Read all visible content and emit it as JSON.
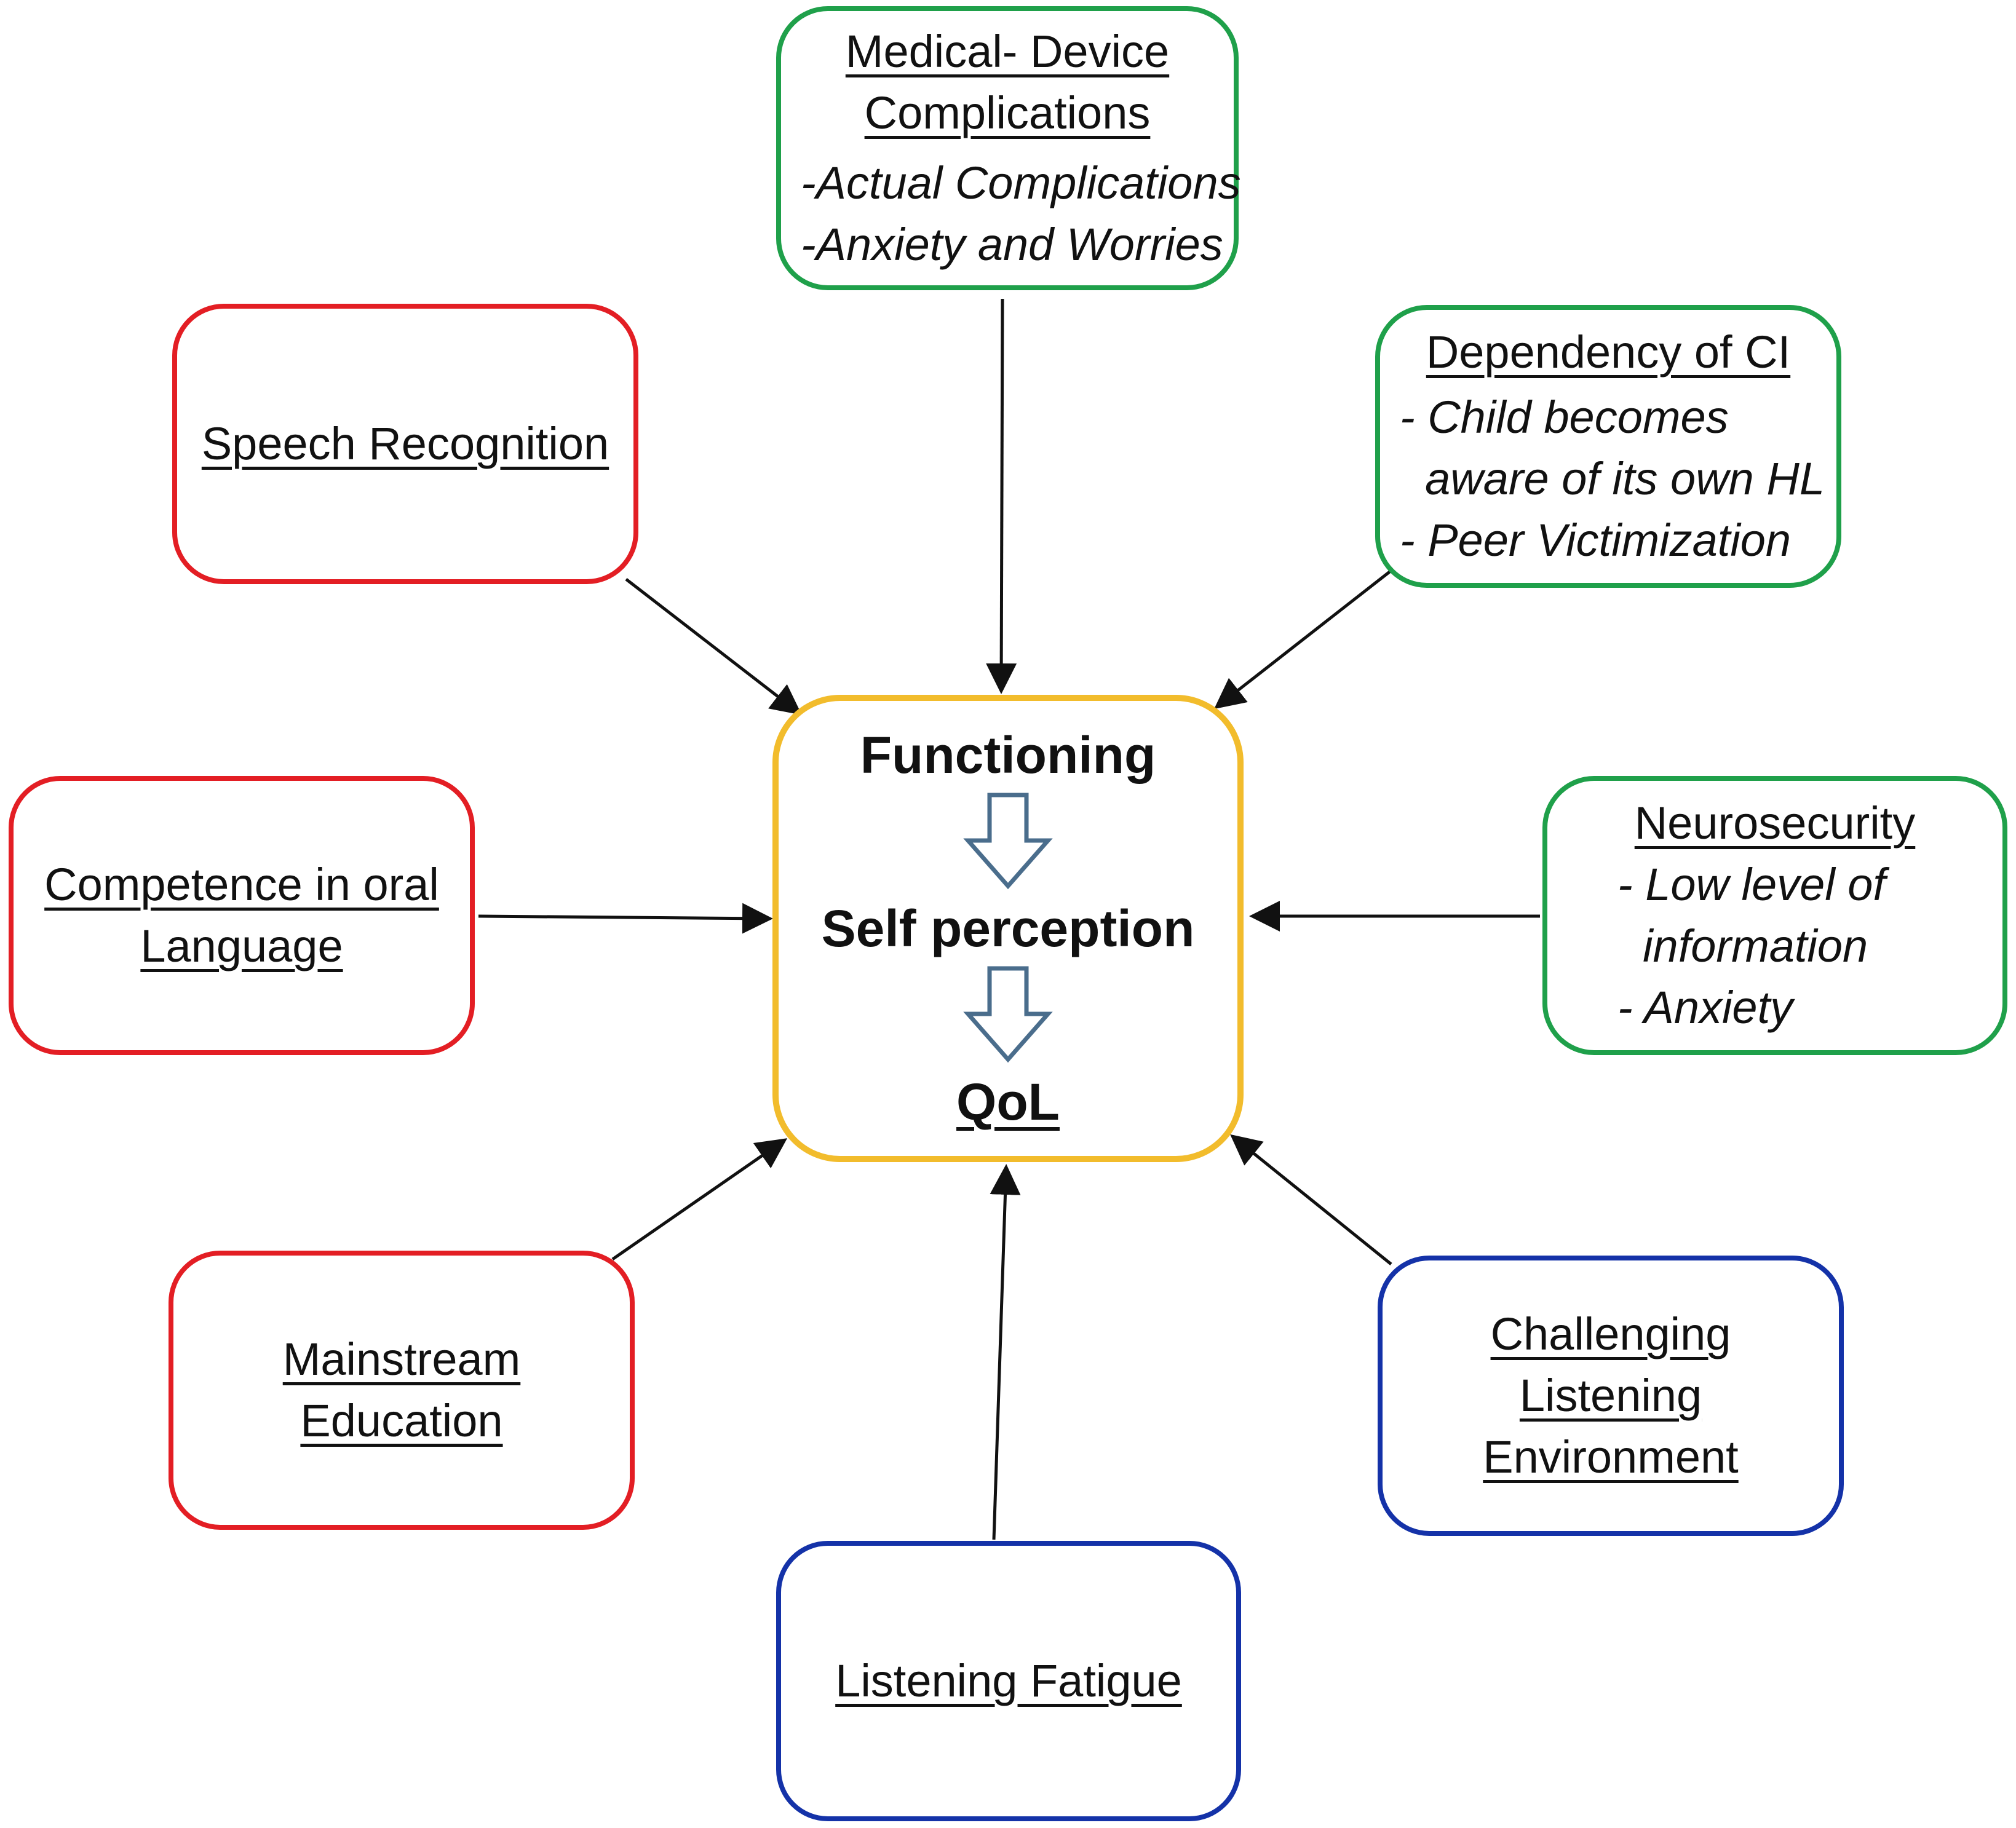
{
  "center": {
    "line1": "Functioning",
    "line2": "Self perception",
    "line3": "QoL"
  },
  "medical_device": {
    "title_line1": "Medical- Device",
    "title_line2": "Complications",
    "items": [
      "-Actual Complications",
      "-Anxiety and Worries"
    ]
  },
  "dependency": {
    "title": "Dependency of CI",
    "items": [
      "- Child becomes",
      "  aware of its own HL",
      "- Peer Victimization"
    ]
  },
  "neurosecurity": {
    "title": "Neurosecurity",
    "items": [
      "- Low level of",
      "  information",
      "- Anxiety"
    ]
  },
  "speech_recognition": {
    "title": "Speech Recognition"
  },
  "oral_language": {
    "title_line1": "Competence in oral",
    "title_line2": "Language"
  },
  "mainstream": {
    "title_line1": "Mainstream",
    "title_line2": "Education"
  },
  "listening_fatigue": {
    "title": "Listening Fatigue"
  },
  "challenging": {
    "title_line1": "Challenging",
    "title_line2": "Listening",
    "title_line3": "Environment"
  },
  "colors": {
    "red": "#e31e24",
    "green": "#1fa04a",
    "blue": "#1432a8",
    "gold": "#f2bc2c",
    "hollow_arrow": "#4a6d8c",
    "connector": "#111111"
  }
}
